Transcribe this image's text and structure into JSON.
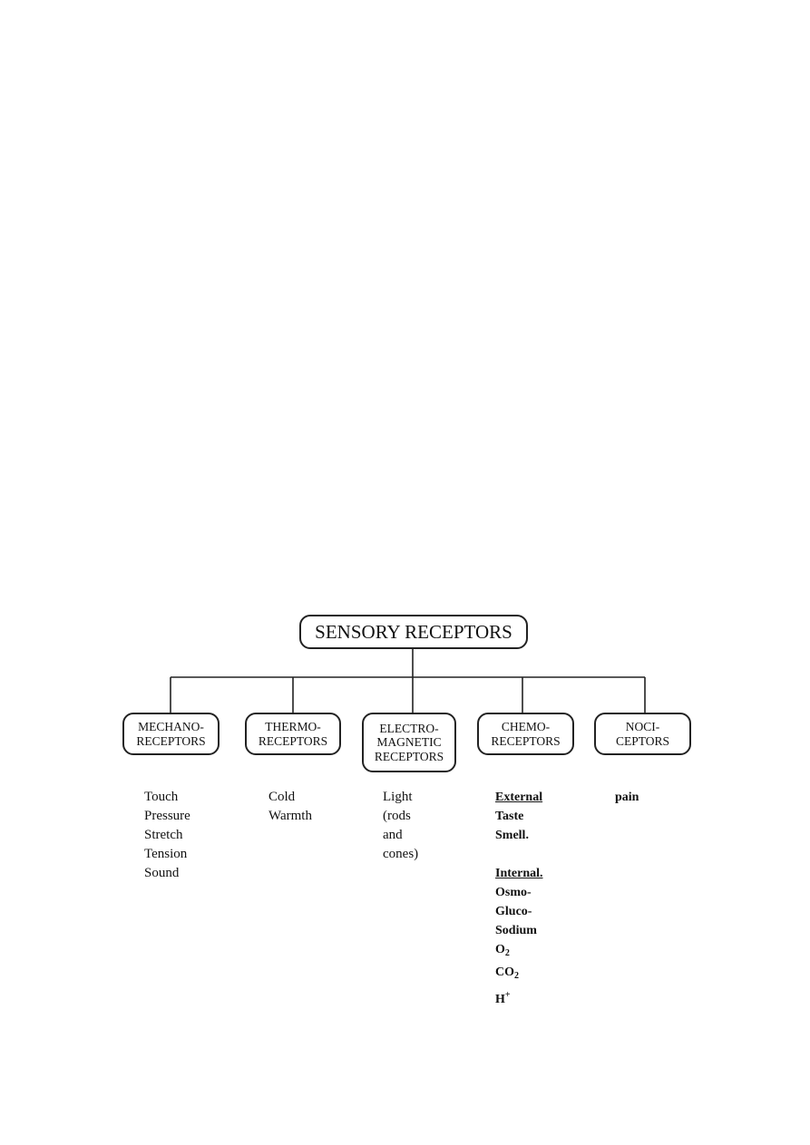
{
  "root": {
    "label": "SENSORY RECEPTORS"
  },
  "categories": [
    {
      "lines": [
        "MECHANO-",
        "RECEPTORS"
      ],
      "items": [
        "Touch",
        "Pressure",
        "Stretch",
        "Tension",
        "Sound"
      ]
    },
    {
      "lines": [
        "THERMO-",
        "RECEPTORS"
      ],
      "items": [
        "Cold",
        "Warmth"
      ]
    },
    {
      "lines": [
        "ELECTRO-",
        "MAGNETIC",
        "RECEPTORS"
      ],
      "items": [
        "Light",
        "(rods",
        "and",
        "cones)"
      ]
    },
    {
      "lines": [
        "CHEMO-",
        "RECEPTORS"
      ],
      "external_heading": "External",
      "external_items": [
        "Taste",
        "Smell."
      ],
      "internal_heading": "Internal.",
      "internal_items": [
        "Osmo-",
        "Gluco-",
        "Sodium"
      ],
      "gas_items": [
        {
          "base": "O",
          "sub": "2"
        },
        {
          "base": "CO",
          "sub": "2"
        },
        {
          "base": "H",
          "sup": "+"
        }
      ]
    },
    {
      "lines": [
        "NOCI-",
        "CEPTORS"
      ],
      "items": [
        "pain"
      ]
    }
  ]
}
